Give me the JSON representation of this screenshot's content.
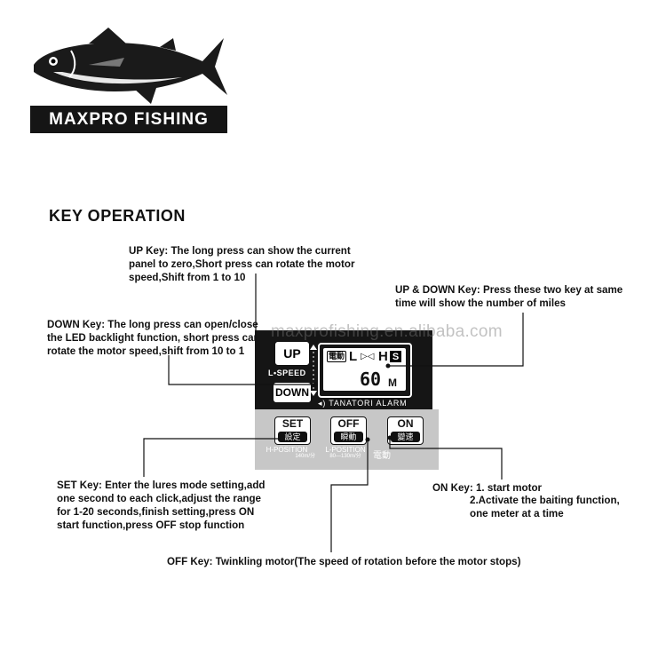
{
  "brand": {
    "name": "MAXPRO FISHING"
  },
  "heading": "KEY OPERATION",
  "watermark": "maxprofishing.en.alibaba.com",
  "notes": {
    "up": "UP Key: The long press can show the current\npanel to zero,Short press can rotate the motor\nspeed,Shift from 1 to 10",
    "up_down": "UP & DOWN Key: Press these two key at same\ntime will show the number of miles",
    "down": "DOWN Key: The long press can open/close\nthe LED backlight function, short press can\nrotate the motor speed,shift from 10 to 1",
    "set": "SET Key: Enter the lures mode setting,add\none second to each click,adjust the range\nfor 1-20 seconds,finish setting,press ON\nstart function,press OFF stop function",
    "on_title": "ON Key: 1. start motor",
    "on_body": "2.Activate the baiting function,\none meter at a time",
    "off": "OFF Key: Twinkling motor(The speed of rotation before the motor stops)"
  },
  "panel": {
    "up_label": "UP",
    "down_label": "DOWN",
    "speed_label": "L•SPEED",
    "lcd": {
      "mode": "電動",
      "left": "L",
      "arrows": "▷◁",
      "right": "H",
      "badge": "S",
      "value": "60",
      "unit": "M"
    },
    "alarm_label": "◂) TANATORI  ALARM",
    "set": {
      "label": "SET",
      "sub": "設定"
    },
    "off": {
      "label": "OFF",
      "sub": "瞬動"
    },
    "on": {
      "label": "ON",
      "sub": "變速"
    },
    "h_position": "H-POSITION",
    "h_rate": "140m/分",
    "l_position": "L-POSITION",
    "l_rate": "80—130m/分",
    "electric": "電動"
  }
}
